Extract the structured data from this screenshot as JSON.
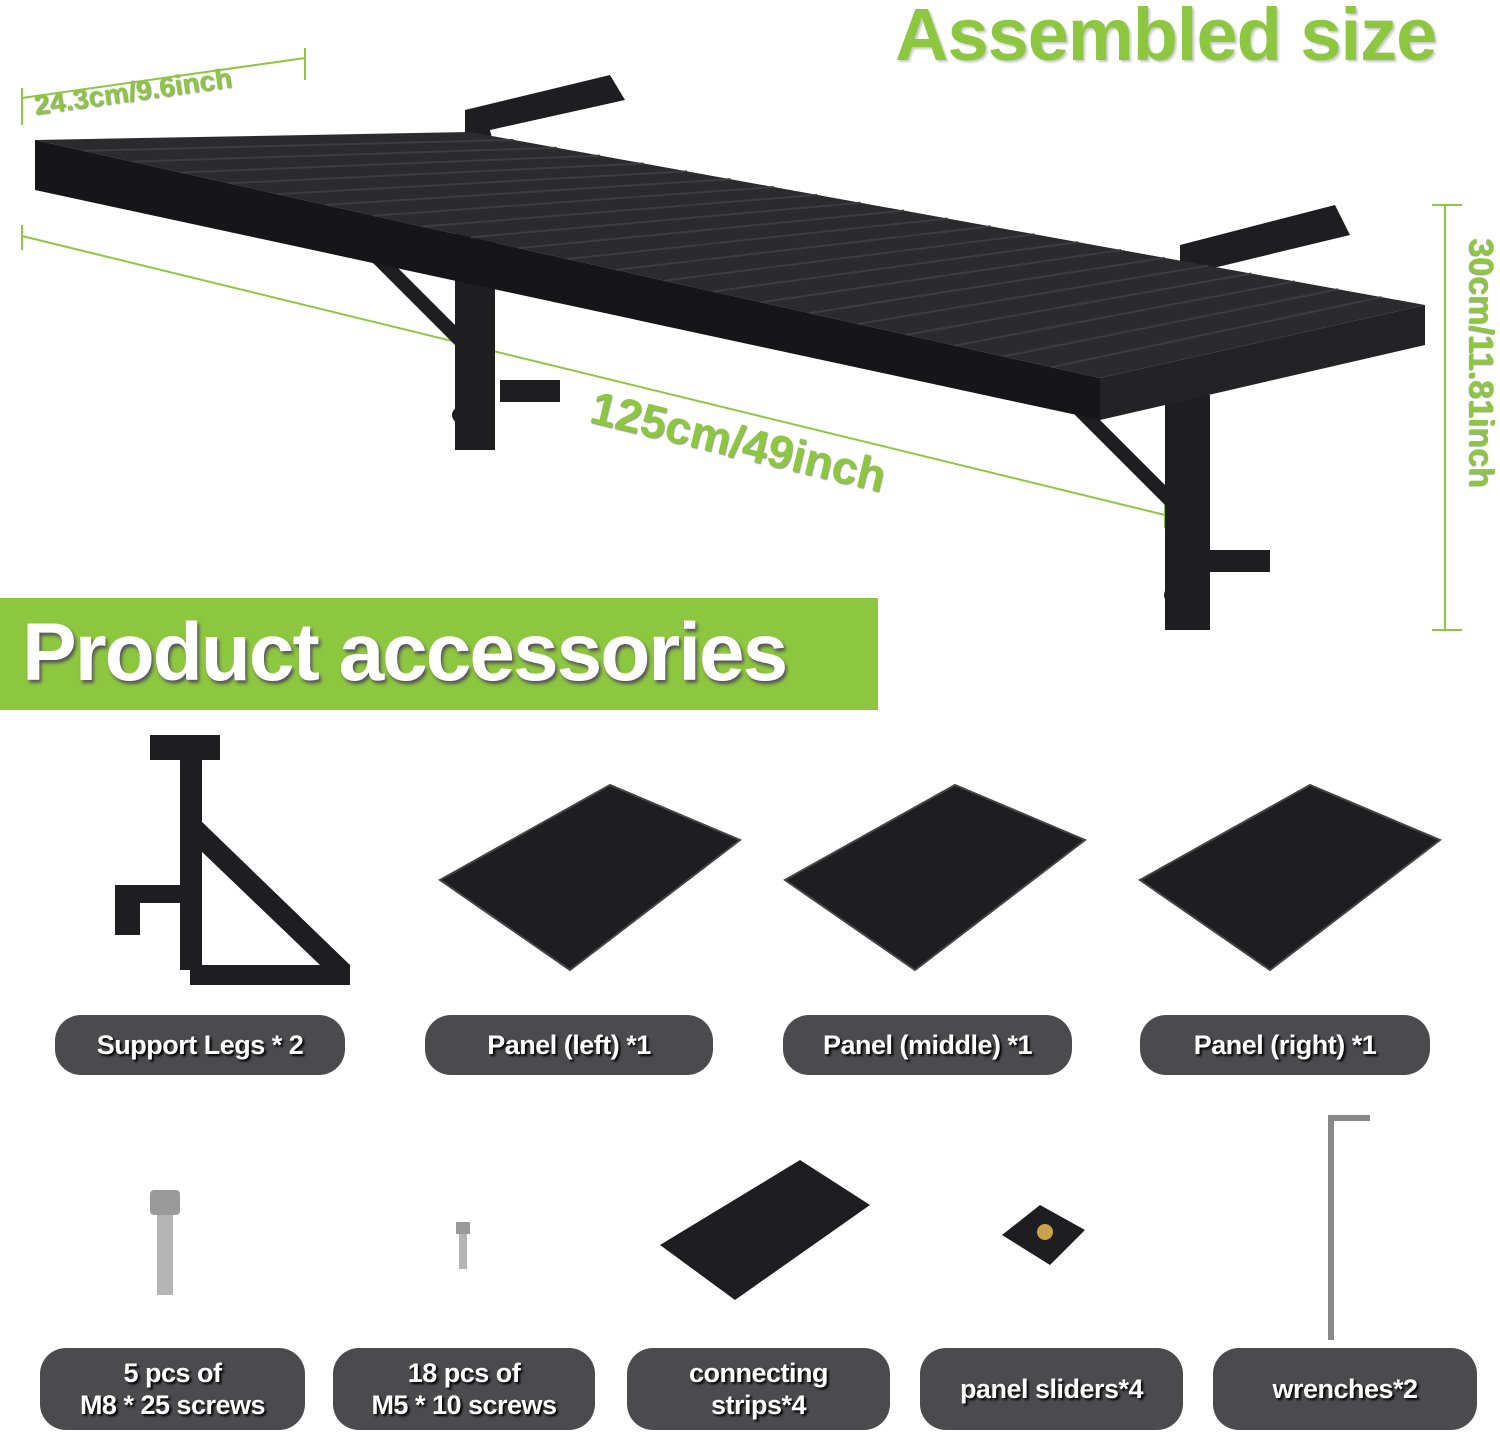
{
  "header": {
    "title": "Assembled size"
  },
  "dimensions": {
    "width": "24.3cm/9.6inch",
    "length": "125cm/49inch",
    "height": "30cm/11.81inch"
  },
  "section": {
    "title": "Product accessories"
  },
  "accessories_row1": [
    {
      "label": "Support Legs * 2"
    },
    {
      "label": "Panel (left) *1"
    },
    {
      "label": "Panel (middle) *1"
    },
    {
      "label": "Panel (right) *1"
    }
  ],
  "accessories_row2": [
    {
      "line1": "5 pcs of",
      "line2": "M8 * 25 screws"
    },
    {
      "line1": "18 pcs of",
      "line2": "M5 * 10 screws"
    },
    {
      "line1": "connecting",
      "line2": "strips*4"
    },
    {
      "line1": "panel sliders*4"
    },
    {
      "line1": "wrenches*2"
    }
  ],
  "colors": {
    "accent": "#8dc63f",
    "label_bg": "#4b4b4e",
    "product": "#1e1e20"
  }
}
